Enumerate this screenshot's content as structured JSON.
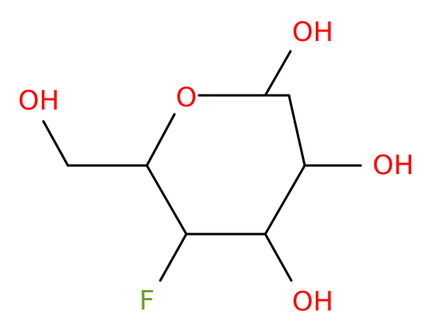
{
  "molecule": {
    "colors": {
      "bond": "#000000",
      "oxygen": "#ff0000",
      "fluorine": "#6ca02a"
    },
    "labels": {
      "ring_oxygen": "O",
      "anomeric_hydroxyl": "OH",
      "c2_hydroxyl": "OH",
      "c3_hydroxyl": "OH",
      "hydroxymethyl_hydroxyl": "OH",
      "fluorine": "F"
    }
  }
}
